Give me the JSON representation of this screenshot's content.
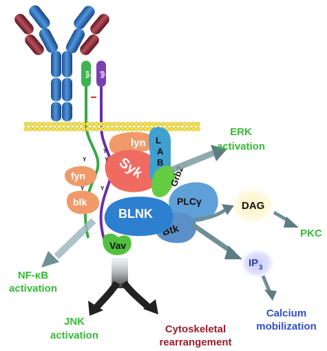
{
  "receptor": {
    "chain_a": "Igα",
    "chain_b": "Igβ",
    "tyrosine": "Y"
  },
  "kinases": {
    "lyn": "lyn",
    "fyn": "fyn",
    "blk": "blk",
    "syk": "Syk",
    "lab": [
      "L",
      "A",
      "B"
    ],
    "grb2": "Grb2",
    "plc": "PLCγ",
    "blnk": "BLNK",
    "btk": "Btk",
    "vav": "Vav"
  },
  "messengers": {
    "dag": "DAG",
    "ip3": "IP",
    "ip3_sub": "3"
  },
  "outcomes": {
    "erk": [
      "ERK",
      "activation"
    ],
    "pkc": "PKC",
    "nfkb": [
      "NF-κB",
      "activation"
    ],
    "jnk": [
      "JNK",
      "activation"
    ],
    "cyto": [
      "Cytoskeletal",
      "rearrangement"
    ],
    "calcium": [
      "Calcium",
      "mobilization"
    ]
  },
  "colors": {
    "heavy_chain": "#2f6fb5",
    "light_chain": "#8e2a35",
    "membrane": "#f2e24a",
    "kinase_orange": "#f09a6a",
    "syk": "#ef6b62",
    "blnk": "#2d7fd0",
    "btk": "#5a8fc8",
    "plc": "#5fa0d8",
    "lab": "#3fa0d0",
    "grb2": "#66cc44",
    "vav": "#55c040",
    "arrow": "#6f8f95",
    "green_text": "#33bb33",
    "red_text": "#9b1c2a",
    "blue_text": "#2f4fd0"
  }
}
